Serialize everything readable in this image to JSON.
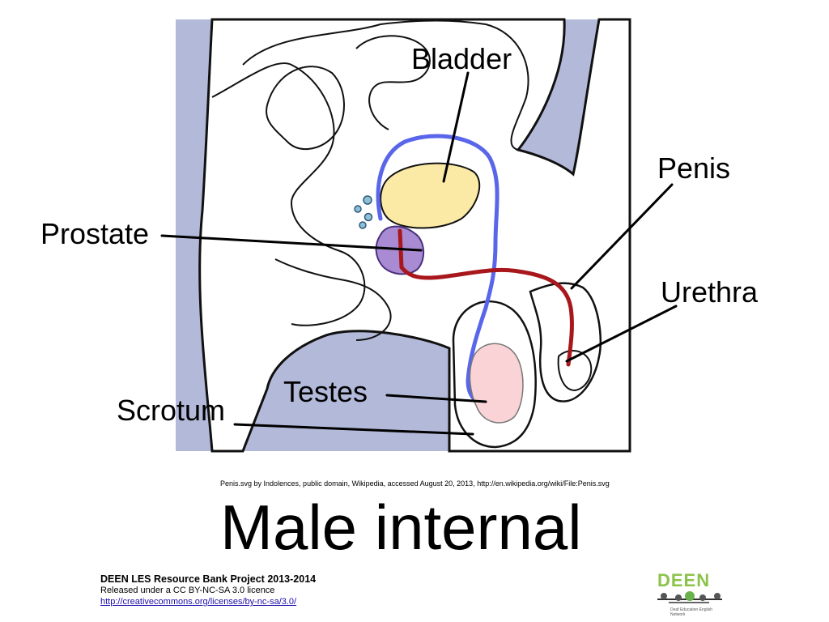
{
  "labels": {
    "bladder": "Bladder",
    "penis": "Penis",
    "prostate": "Prostate",
    "urethra": "Urethra",
    "scrotum": "Scrotum",
    "testes": "Testes"
  },
  "credit": "Penis.svg by Indolences, public domain, Wikipedia, accessed August 20, 2013, http://en.wikipedia.org/wiki/File:Penis.svg",
  "title": "Male internal",
  "footer": {
    "project": "DEEN LES Resource Bank Project 2013-2014",
    "license": "Released under a CC BY-NC-SA 3.0 licence",
    "link": "http://creativecommons.org/licenses/by-nc-sa/3.0/"
  },
  "logo": {
    "word": "DEEN",
    "subtitle": "Deaf Education English Network"
  },
  "colors": {
    "background_panel": "#b3b9d9",
    "bladder": "#fbeaa6",
    "prostate": "#a98bd3",
    "seminal_vesicles": "#8fbfd6",
    "vas_deferens": "#5a66ea",
    "urethra": "#a8171b",
    "testis": "#f9d3d6"
  }
}
